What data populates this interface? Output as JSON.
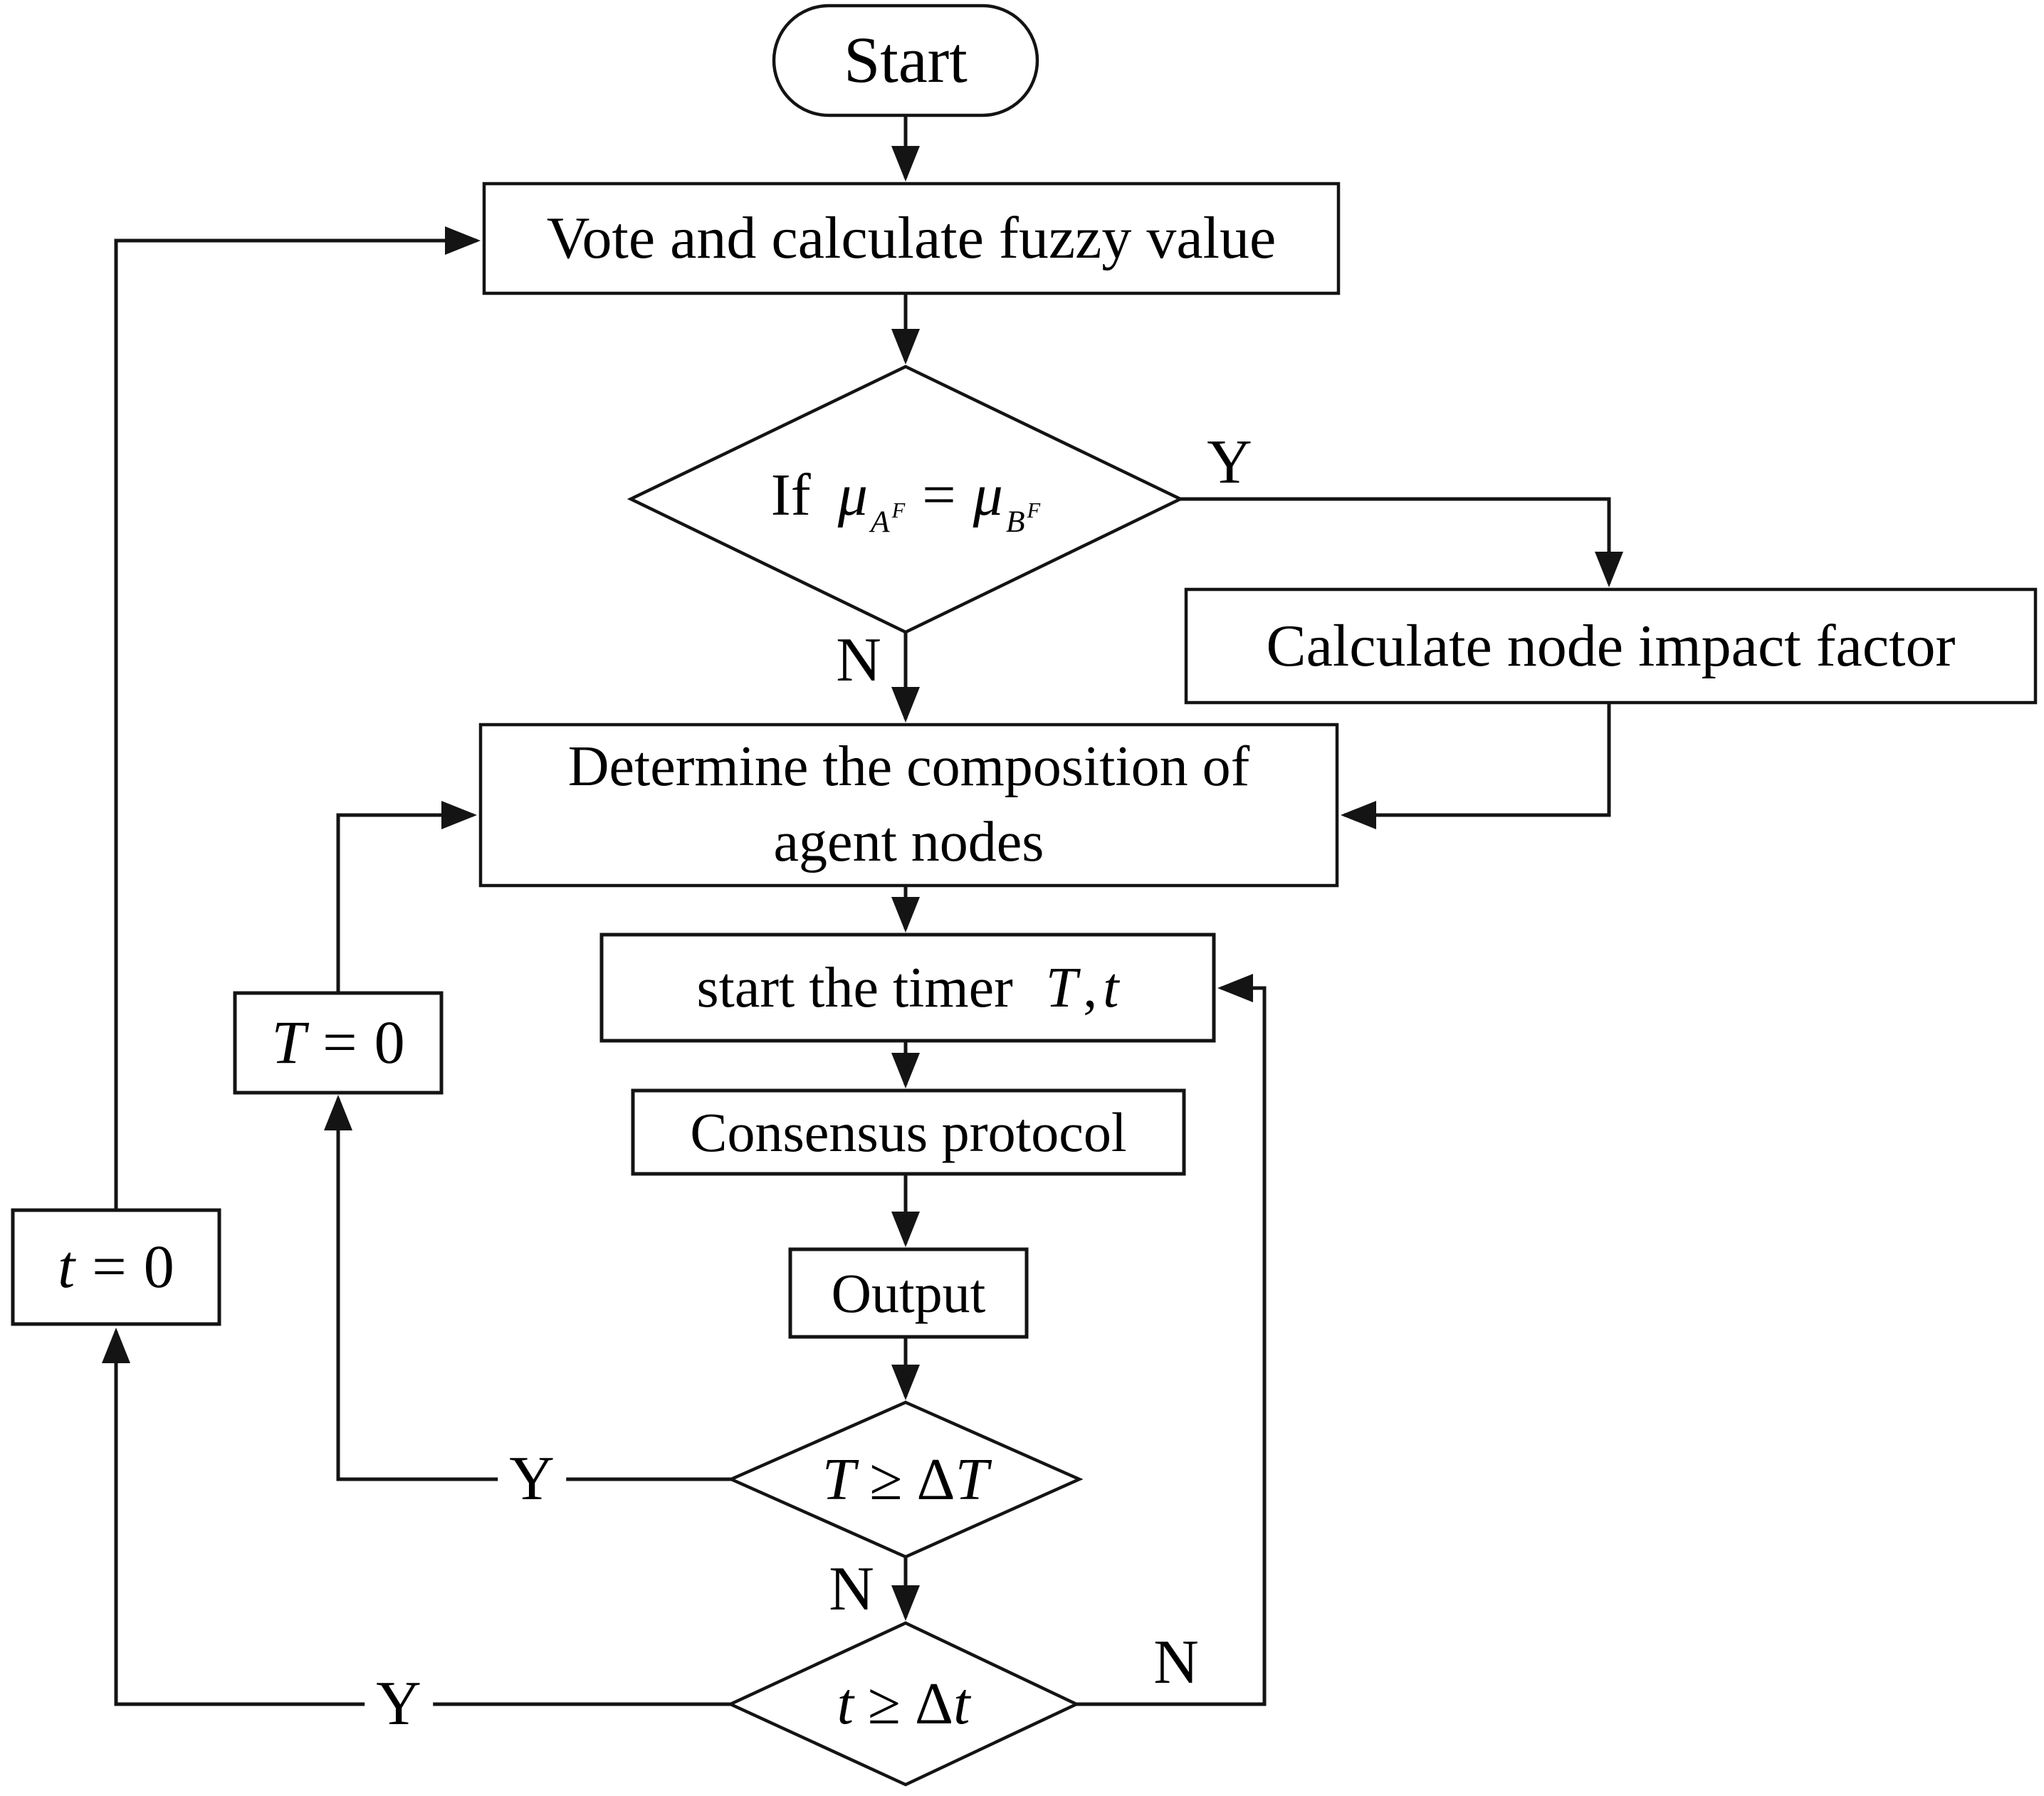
{
  "title": "Consensus voting flowchart",
  "colors": {
    "background": "#ffffff",
    "line": "#141414",
    "node_fill": "#ffffff",
    "start_gradient_from": "#edeef6",
    "start_gradient_to": "#ffffff"
  },
  "nodes": {
    "start": {
      "label": "Start"
    },
    "vote": {
      "label": "Vote and calculate fuzzy value"
    },
    "decision_fuzzy": {
      "if_word": "If",
      "mu": "μ",
      "sub_a": "A",
      "sub_b": "B",
      "sup_f": "F",
      "eq": "="
    },
    "calculate": {
      "label": "Calculate node impact factor"
    },
    "determine": {
      "line1": "Determine the composition of",
      "line2": "agent nodes"
    },
    "timer": {
      "label": "start the timer",
      "var1": "T",
      "comma": ",",
      "var2": "t"
    },
    "consensus": {
      "label": "Consensus protocol"
    },
    "output": {
      "label": "Output"
    },
    "decision_T": {
      "var1": "T",
      "op": "≥",
      "delta": "Δ",
      "var2": "T"
    },
    "decision_t": {
      "var1": "t",
      "op": "≥",
      "delta": "Δ",
      "var2": "t"
    },
    "reset_T": {
      "var": "T",
      "eq": "=",
      "zero": "0"
    },
    "reset_t": {
      "var": "t",
      "eq": "=",
      "zero": "0"
    }
  },
  "edge_labels": {
    "yes_fuzzy": "Y",
    "no_fuzzy": "N",
    "yes_T": "Y",
    "no_T": "N",
    "yes_t": "Y",
    "no_t": "N"
  }
}
